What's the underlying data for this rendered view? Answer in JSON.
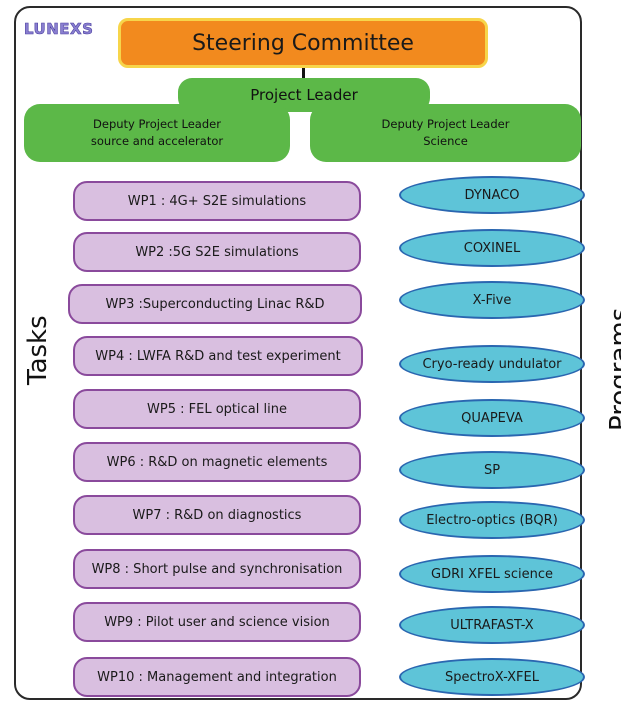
{
  "logo": "LUNEXS",
  "steering": "Steering Committee",
  "project_leader": "Project Leader",
  "deputy_left": [
    "Deputy Project Leader",
    "source and accelerator"
  ],
  "deputy_right": [
    "Deputy Project Leader",
    "Science"
  ],
  "tasks_label": "Tasks",
  "programs_label": "Programs",
  "tasks": [
    "WP1 : 4G+ S2E simulations",
    "WP2 :5G S2E simulations",
    "WP3 :Superconducting Linac R&D",
    "WP4 : LWFA R&D and test experiment",
    "WP5 : FEL optical line",
    "WP6 : R&D on magnetic elements",
    "WP7 : R&D on diagnostics",
    "WP8 : Short pulse and synchronisation",
    "WP9 : Pilot user and science vision",
    "WP10 : Management and integration"
  ],
  "programs": [
    "DYNACO",
    "COXINEL",
    "X-Five",
    "Cryo-ready undulator",
    "QUAPEVA",
    "SP",
    "Electro-optics (BQR)",
    "GDRI XFEL science",
    "ULTRAFAST-X",
    "SpectroX-XFEL"
  ],
  "colors": {
    "steering_fill": "#f28a1e",
    "steering_border": "#f7d54a",
    "leader_fill": "#5cb848",
    "task_fill": "#d9bfe0",
    "task_border": "#8a4a9c",
    "program_fill": "#5ec4d8",
    "program_border": "#2a66b0"
  }
}
